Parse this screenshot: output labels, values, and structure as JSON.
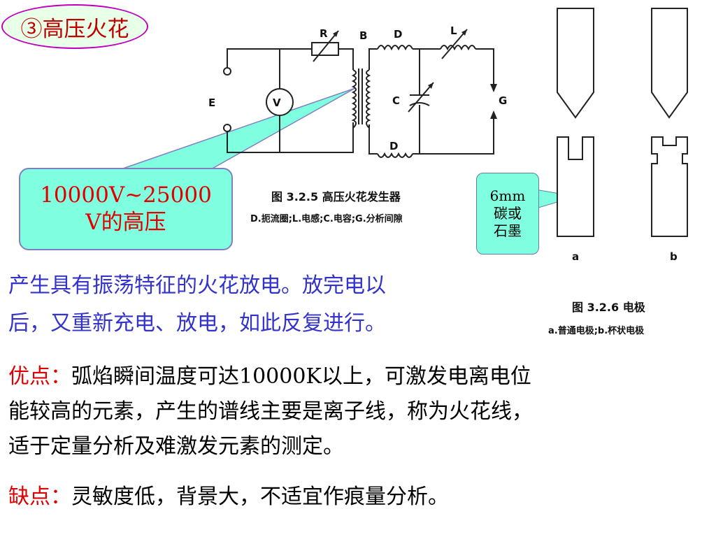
{
  "title": "③高压火花",
  "callout_voltage": [
    "10000V~25000",
    "V的高压"
  ],
  "callout_electrode": [
    "6mm",
    "碳或",
    "石墨"
  ],
  "circuit_labels": {
    "R": "R",
    "B": "B",
    "D_top": "D",
    "L": "L",
    "E": "E",
    "V": "V",
    "C": "C",
    "G": "G",
    "D_bottom": "D"
  },
  "figure1": {
    "title": "图 3.2.5    高压火花发生器",
    "subtitle": "D.扼流圈;L.电感;C.电容;G.分析间隙"
  },
  "electrode_labels": {
    "a": "a",
    "b": "b"
  },
  "figure2": {
    "title": "图 3.2.6    电极",
    "subtitle": "a.普通电极;b.杯状电极"
  },
  "description_lines": [
    "产生具有振荡特征的火花放电。放完电以",
    "后，又重新充电、放电，如此反复进行。"
  ],
  "advantages": {
    "label": "优点：",
    "lines": [
      "弧焰瞬间温度可达10000K以上，可激发电离电位",
      "能较高的元素，产生的谱线主要是离子线，称为火花线，",
      "适于定量分析及难激发元素的测定。"
    ]
  },
  "disadvantages": {
    "label": "缺点：",
    "text": "灵敏度低，背景大，不适宜作痕量分析。"
  },
  "colors": {
    "title_red": "#c00000",
    "callout_fill": "#80ffe0",
    "description_blue": "#3333cc",
    "label_red": "#e00000"
  }
}
